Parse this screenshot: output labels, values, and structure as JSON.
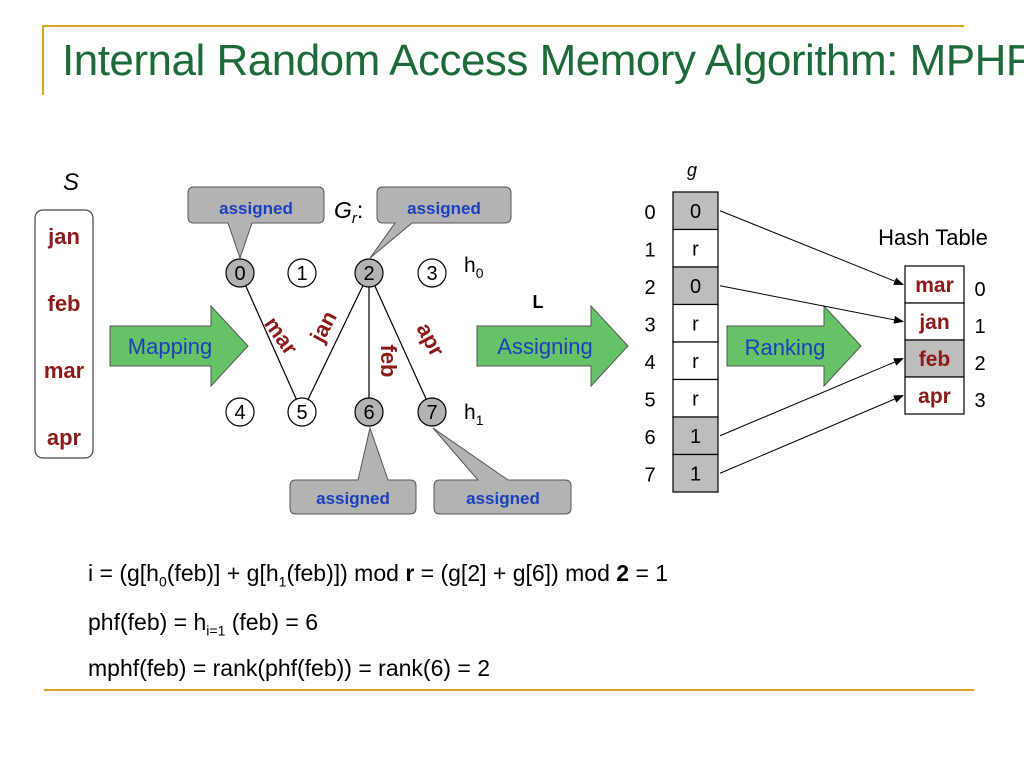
{
  "title": "Internal Random Access Memory Algorithm: MPHF",
  "set_label": "S",
  "set_items": [
    "jan",
    "feb",
    "mar",
    "apr"
  ],
  "graph": {
    "label_main": "G",
    "label_sub": "r",
    "label_suffix": ":",
    "h0_base": "h",
    "h0_sub": "0",
    "h1_base": "h",
    "h1_sub": "1",
    "top_vertices": [
      {
        "id": "0",
        "assigned": true
      },
      {
        "id": "1",
        "assigned": false
      },
      {
        "id": "2",
        "assigned": true
      },
      {
        "id": "3",
        "assigned": false
      }
    ],
    "bottom_vertices": [
      {
        "id": "4",
        "assigned": false
      },
      {
        "id": "5",
        "assigned": false
      },
      {
        "id": "6",
        "assigned": true
      },
      {
        "id": "7",
        "assigned": true
      }
    ],
    "edges": [
      {
        "label": "mar",
        "from": "0",
        "to": "5"
      },
      {
        "label": "jan",
        "from": "2",
        "to": "5"
      },
      {
        "label": "feb",
        "from": "2",
        "to": "6"
      },
      {
        "label": "apr",
        "from": "2",
        "to": "7"
      }
    ],
    "callout_text": "assigned"
  },
  "arrows": {
    "mapping": "Mapping",
    "assigning": "Assigning",
    "ranking": "Ranking",
    "list_label": "L"
  },
  "g_array": {
    "label": "g",
    "indices": [
      "0",
      "1",
      "2",
      "3",
      "4",
      "5",
      "6",
      "7"
    ],
    "values": [
      "0",
      "r",
      "0",
      "r",
      "r",
      "r",
      "1",
      "1"
    ],
    "shaded": [
      true,
      false,
      true,
      false,
      false,
      false,
      true,
      true
    ]
  },
  "hash_table": {
    "label": "Hash Table",
    "items": [
      "mar",
      "jan",
      "feb",
      "apr"
    ],
    "indices": [
      "0",
      "1",
      "2",
      "3"
    ],
    "shaded": [
      false,
      false,
      true,
      false
    ]
  },
  "mapping_links": [
    {
      "from_index": 0,
      "to_slot": 0
    },
    {
      "from_index": 2,
      "to_slot": 1
    },
    {
      "from_index": 6,
      "to_slot": 2
    },
    {
      "from_index": 7,
      "to_slot": 3
    }
  ],
  "formulas": {
    "line1": {
      "p1": "i = (g[h",
      "s1": "0",
      "p2": "(feb)] + g[h",
      "s2": "1",
      "p3": "(feb)]) mod ",
      "b1": "r",
      "p4": " = (g[2] + g[6]) mod ",
      "b2": "2",
      "p5": " = 1"
    },
    "line2": {
      "p1": "phf(feb) = h",
      "s1": "i=1",
      "p2": " (feb) = 6"
    },
    "line3": {
      "p1": "mphf(feb) = rank(phf(feb)) = rank(6) = 2"
    }
  },
  "colors": {
    "title": "#1d6b3a",
    "rule": "#d9a520",
    "word": "#8b1a1a",
    "label_blue": "#1a3fbf",
    "callout_fill": "#b3b3b3",
    "arrow_fill": "#66c266",
    "shaded_cell": "#bdbdbd"
  }
}
